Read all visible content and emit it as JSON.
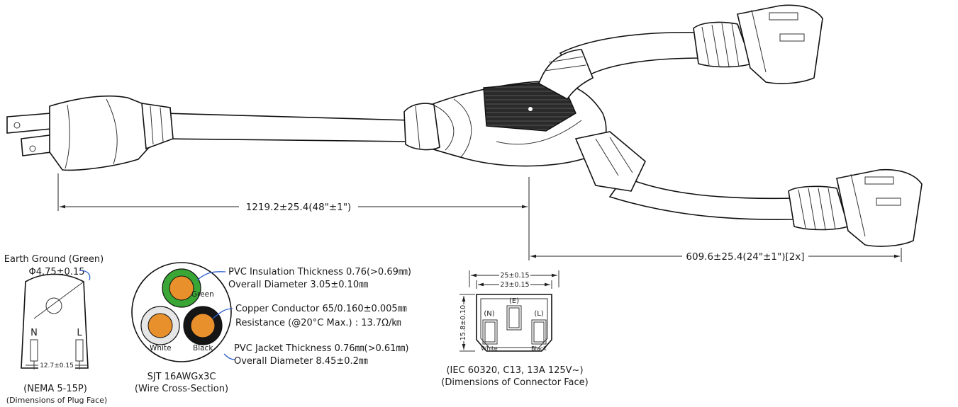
{
  "dimensions": {
    "main_length": "1219.2±25.4(48\"±1\")",
    "branch_length": "609.6±25.4(24\"±1\")[2x]"
  },
  "plug_face": {
    "ground_label": "Earth Ground (Green)",
    "ground_diameter": "Φ4.75±0.15",
    "neutral_letter": "N",
    "line_letter": "L",
    "pin_spacing": "12.7±0.15",
    "caption_line1": "(NEMA 5-15P)",
    "caption_line2": "(Dimensions of Plug Face)"
  },
  "wire_section": {
    "conductors": [
      {
        "label": "Green",
        "color": "#3aa635"
      },
      {
        "label": "White",
        "color": "#e6e6e6"
      },
      {
        "label": "Black",
        "color": "#151515"
      }
    ],
    "copper_color": "#e8902c",
    "insulation_line1": "PVC Insulation Thickness 0.76(>0.69㎜)",
    "insulation_line2": "Overall Diameter 3.05±0.10㎜",
    "conductor_line1": "Copper Conductor 65/0.160±0.005㎜",
    "conductor_line2": "Resistance (@20°C Max.) : 13.7Ω/㎞",
    "jacket_line1": "PVC Jacket Thickness 0.76㎜(>0.61㎜)",
    "jacket_line2": "Overall Diameter 8.45±0.2㎜",
    "caption_line1": "SJT 16AWGx3C",
    "caption_line2": "(Wire Cross-Section)"
  },
  "connector_face": {
    "outer_width": "25±0.15",
    "inner_width": "23±0.15",
    "height": "15.8±0.10",
    "earth_letter": "(E)",
    "neutral_letter": "(N)",
    "line_letter": "(L)",
    "white_label": "White",
    "black_label": "Black",
    "caption_line1": "(IEC 60320, C13, 13A 125V~)",
    "caption_line2": "(Dimensions of Connector Face)"
  }
}
